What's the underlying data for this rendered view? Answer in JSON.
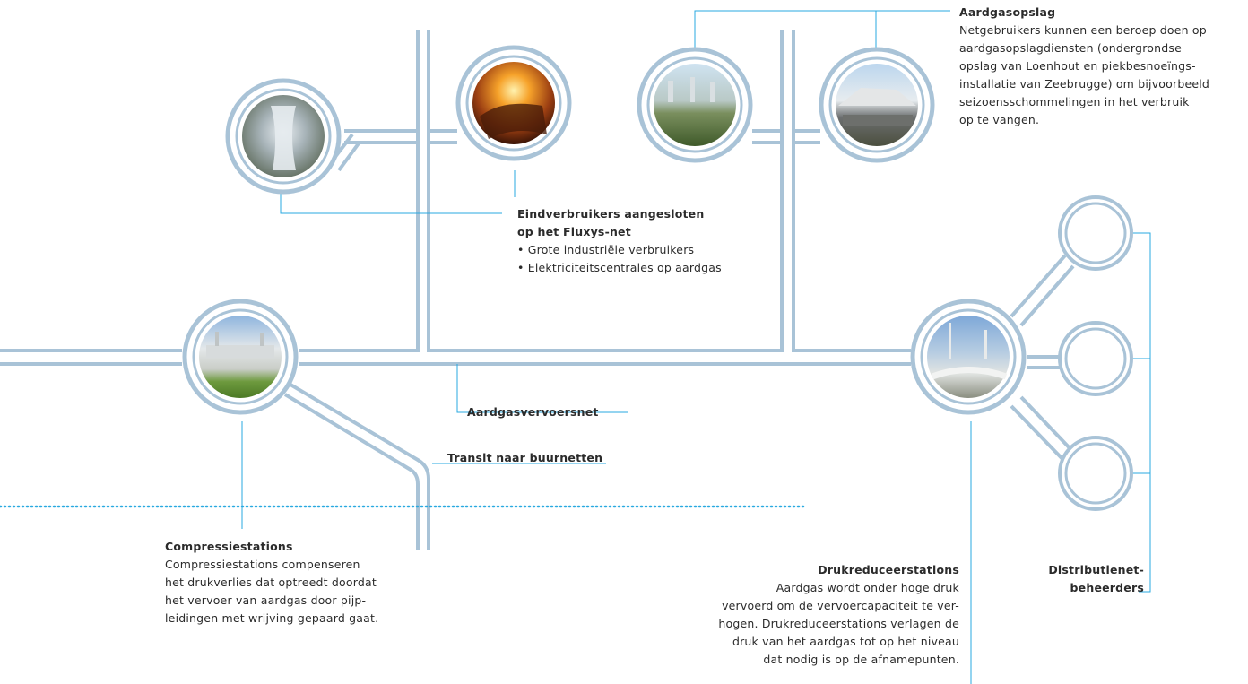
{
  "colors": {
    "pipe": "#a9c3d7",
    "leader": "#29a9e0",
    "text": "#2b2b2b",
    "dotted": "#29a9e0"
  },
  "labels": {
    "aardgasopslag": {
      "title": "Aardgasopslag",
      "lines": [
        "Netgebruikers kunnen een beroep doen op",
        "aardgasopslagdiensten (ondergrondse",
        "opslag van Loenhout en piekbesnoeïngs-",
        "installatie van Zeebrugge) om bijvoorbeeld",
        "seizoensschommelingen in het verbruik",
        "op te vangen."
      ]
    },
    "eindverbruikers": {
      "title_lines": [
        "Eindverbruikers aangesloten",
        "op het Fluxys-net"
      ],
      "bullets": [
        "• Grote industriële verbruikers",
        "• Elektriciteitscentrales op aardgas"
      ]
    },
    "vervoersnet": {
      "title": "Aardgasvervoersnet"
    },
    "transit": {
      "title": "Transit naar buurnetten"
    },
    "compressie": {
      "title": "Compressiestations",
      "lines": [
        "Compressiestations compenseren",
        "het drukverlies dat optreedt doordat",
        "het vervoer van aardgas door pijp-",
        "leidingen met wrijving gepaard gaat."
      ]
    },
    "drukreduceer": {
      "title": "Drukreduceerstations",
      "lines": [
        "Aardgas wordt onder hoge druk",
        "vervoerd om de vervoercapaciteit te ver-",
        "hogen. Drukreduceerstations verlagen de",
        "druk van het aardgas tot op het niveau",
        "dat nodig is op de afnamepunten."
      ]
    },
    "distributie": {
      "lines": [
        "Distributienet-",
        "beheerders"
      ]
    }
  }
}
